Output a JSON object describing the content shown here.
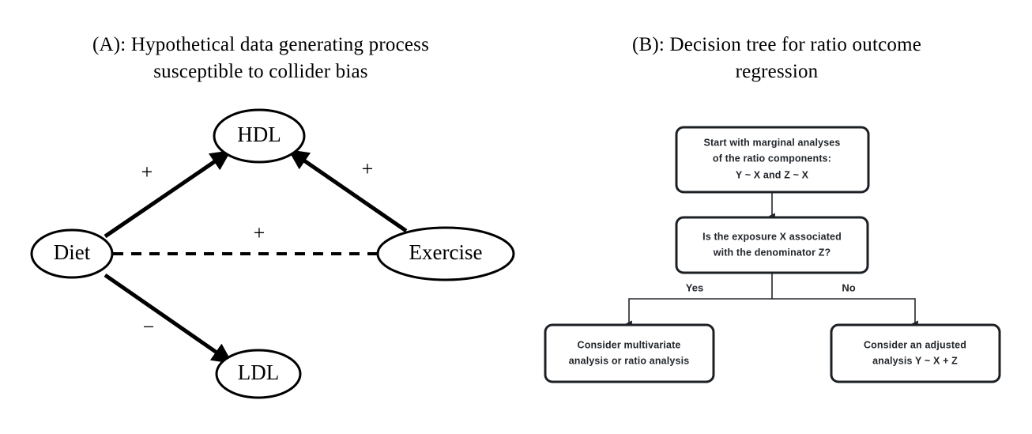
{
  "figure": {
    "panel_a": {
      "title_lines": [
        "(A): Hypothetical data generating process",
        "susceptible to collider bias"
      ],
      "nodes": [
        {
          "id": "hdl",
          "label": "HDL"
        },
        {
          "id": "diet",
          "label": "Diet"
        },
        {
          "id": "exercise",
          "label": "Exercise"
        },
        {
          "id": "ldl",
          "label": "LDL"
        }
      ],
      "edges": [
        {
          "id": "diet-hdl",
          "from": "Diet",
          "to": "HDL",
          "sign": "+",
          "style": "solid-arrow"
        },
        {
          "id": "exercise-hdl",
          "from": "Exercise",
          "to": "HDL",
          "sign": "+",
          "style": "solid-arrow"
        },
        {
          "id": "diet-exercise",
          "from": "Diet",
          "to": "Exercise",
          "sign": "+",
          "style": "dashed"
        },
        {
          "id": "diet-ldl",
          "from": "Diet",
          "to": "LDL",
          "sign": "−",
          "style": "solid-arrow"
        }
      ]
    },
    "panel_b": {
      "title_lines": [
        "(B): Decision tree for ratio outcome",
        "regression"
      ],
      "boxes": [
        {
          "id": "start",
          "lines": [
            "Start with marginal analyses",
            "of the ratio components:",
            "Y ~ X and Z ~ X"
          ]
        },
        {
          "id": "question",
          "lines": [
            "Is the exposure X associated",
            "with the denominator Z?"
          ]
        },
        {
          "id": "yes-outcome",
          "lines": [
            "Consider multivariate",
            "analysis or ratio analysis"
          ]
        },
        {
          "id": "no-outcome",
          "lines": [
            "Consider an adjusted",
            "analysis Y ~ X + Z"
          ]
        }
      ],
      "branch_labels": [
        {
          "id": "yes",
          "label": "Yes"
        },
        {
          "id": "no",
          "label": "No"
        }
      ]
    }
  },
  "colors": {
    "background": "#ffffff",
    "ink": "#000000",
    "flow_ink": "#22262b"
  }
}
